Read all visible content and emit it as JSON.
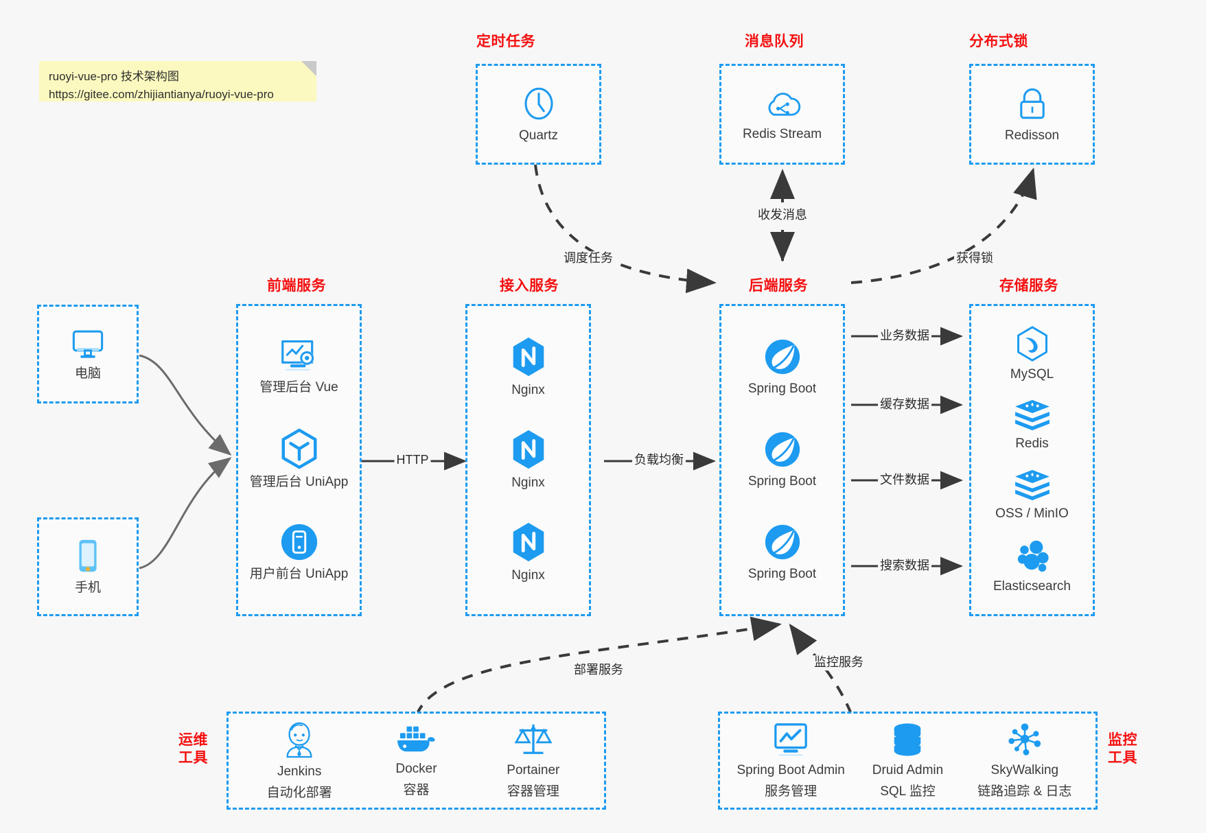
{
  "note": {
    "line1": "ruoyi-vue-pro 技术架构图",
    "line2": "https://gitee.com/zhijiantianya/ruoyi-vue-pro"
  },
  "colors": {
    "accent": "#1d9bf0",
    "title": "#f41010",
    "note_bg": "#fbf9bf",
    "page_bg": "#f7f7f7",
    "edge": "#3a3a3a",
    "client_edge": "#6b6b6b"
  },
  "groups": {
    "scheduler": {
      "title": "定时任务",
      "items": [
        {
          "label": "Quartz",
          "icon": "clock-icon"
        }
      ]
    },
    "mq": {
      "title": "消息队列",
      "items": [
        {
          "label": "Redis Stream",
          "icon": "cloud-stream-icon"
        }
      ]
    },
    "lock": {
      "title": "分布式锁",
      "items": [
        {
          "label": "Redisson",
          "icon": "padlock-icon"
        }
      ]
    },
    "client_pc": {
      "title": "",
      "items": [
        {
          "label": "电脑",
          "icon": "desktop-icon"
        }
      ]
    },
    "client_phone": {
      "title": "",
      "items": [
        {
          "label": "手机",
          "icon": "smartphone-icon"
        }
      ]
    },
    "frontend": {
      "title": "前端服务",
      "items": [
        {
          "label": "管理后台 Vue",
          "icon": "dashboard-gear-icon"
        },
        {
          "label": "管理后台 UniApp",
          "icon": "uniapp-hexagon-icon"
        },
        {
          "label": "用户前台 UniApp",
          "icon": "mobile-circle-icon"
        }
      ]
    },
    "gateway": {
      "title": "接入服务",
      "items": [
        {
          "label": "Nginx",
          "icon": "nginx-icon"
        },
        {
          "label": "Nginx",
          "icon": "nginx-icon"
        },
        {
          "label": "Nginx",
          "icon": "nginx-icon"
        }
      ]
    },
    "backend": {
      "title": "后端服务",
      "items": [
        {
          "label": "Spring Boot",
          "icon": "spring-leaf-icon"
        },
        {
          "label": "Spring Boot",
          "icon": "spring-leaf-icon"
        },
        {
          "label": "Spring Boot",
          "icon": "spring-leaf-icon"
        }
      ]
    },
    "storage": {
      "title": "存储服务",
      "items": [
        {
          "label": "MySQL",
          "icon": "mysql-dolphin-icon"
        },
        {
          "label": "Redis",
          "icon": "redis-stack-icon"
        },
        {
          "label": "OSS / MinIO",
          "icon": "redis-stack-icon"
        },
        {
          "label": "Elasticsearch",
          "icon": "elastic-cluster-icon"
        }
      ]
    },
    "devops": {
      "title": "运维\n工具",
      "title_line1": "运维",
      "title_line2": "工具",
      "items": [
        {
          "label": "Jenkins",
          "sub": "自动化部署",
          "icon": "jenkins-butler-icon"
        },
        {
          "label": "Docker",
          "sub": "容器",
          "icon": "docker-whale-icon"
        },
        {
          "label": "Portainer",
          "sub": "容器管理",
          "icon": "scales-icon"
        }
      ]
    },
    "monitor": {
      "title_line1": "监控",
      "title_line2": "工具",
      "items": [
        {
          "label": "Spring Boot Admin",
          "sub": "服务管理",
          "icon": "monitor-chart-icon"
        },
        {
          "label": "Druid Admin",
          "sub": "SQL 监控",
          "icon": "database-icon"
        },
        {
          "label": "SkyWalking",
          "sub": "链路追踪 & 日志",
          "icon": "skywalking-node-icon"
        }
      ]
    }
  },
  "edges": {
    "schedule_task": "调度任务",
    "send_receive": "收发消息",
    "acquire_lock": "获得锁",
    "http": "HTTP",
    "load_balance": "负载均衡",
    "business_data": "业务数据",
    "cache_data": "缓存数据",
    "file_data": "文件数据",
    "search_data": "搜索数据",
    "deploy_service": "部署服务",
    "monitor_service": "监控服务"
  }
}
